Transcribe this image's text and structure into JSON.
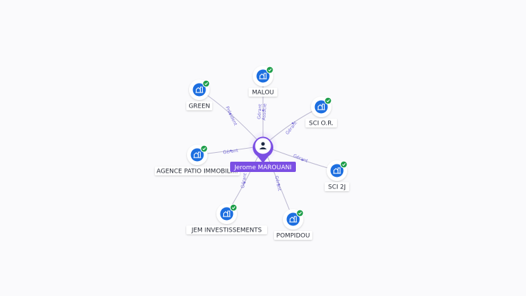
{
  "colors": {
    "accent": "#7b4fe3",
    "company_icon": "#1d6fe0",
    "check_badge": "#1e9e4a",
    "edge": "#b9b6cf",
    "edge_label": "#7a6fd6"
  },
  "center": {
    "label": "Jerome MAROUANI",
    "icon": "person-icon"
  },
  "nodes": [
    {
      "id": "malou",
      "label": "MALOU",
      "relation_lines": [
        "Gérant",
        "Associé"
      ],
      "icon": "building-icon",
      "badge": "check-icon"
    },
    {
      "id": "green",
      "label": "GREEN",
      "relation_lines": [
        "Président"
      ],
      "icon": "building-icon",
      "badge": "check-icon"
    },
    {
      "id": "scior",
      "label": "SCI O.R.",
      "relation_lines": [
        "Gérant"
      ],
      "icon": "building-icon",
      "badge": "check-icon"
    },
    {
      "id": "agence",
      "label": "AGENCE PATIO IMMOBILI...",
      "relation_lines": [
        "Gérant"
      ],
      "icon": "building-icon",
      "badge": "check-icon"
    },
    {
      "id": "sci2j",
      "label": "SCI 2J",
      "relation_lines": [
        "Gérant"
      ],
      "icon": "building-icon",
      "badge": "check-icon"
    },
    {
      "id": "jem",
      "label": "JEM INVESTISSEMENTS",
      "relation_lines": [
        "Gérant"
      ],
      "icon": "building-icon",
      "badge": "check-icon"
    },
    {
      "id": "pompidou",
      "label": "POMPIDOU",
      "relation_lines": [
        "Gérant"
      ],
      "icon": "building-icon",
      "badge": "check-icon"
    }
  ]
}
